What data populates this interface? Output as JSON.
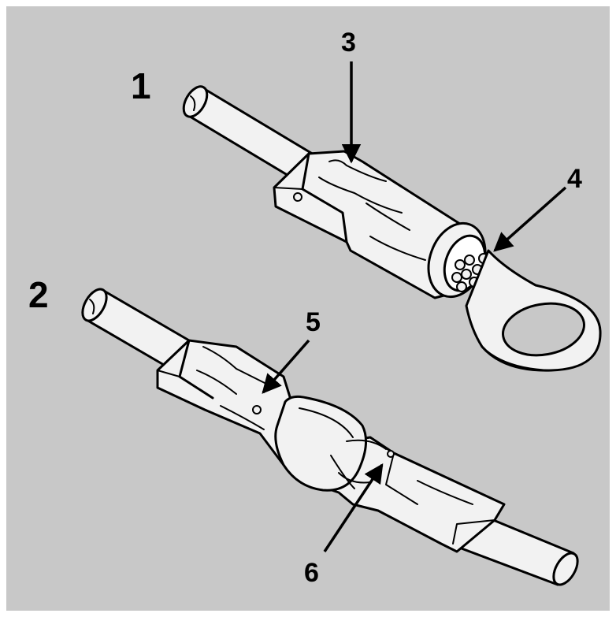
{
  "labels": {
    "item1": "1",
    "item2": "2",
    "callout3": "3",
    "callout4": "4",
    "callout5": "5",
    "callout6": "6"
  },
  "colors": {
    "background": "#c8c8c8",
    "part_fill": "#f2f2f2",
    "outline": "#000000"
  }
}
